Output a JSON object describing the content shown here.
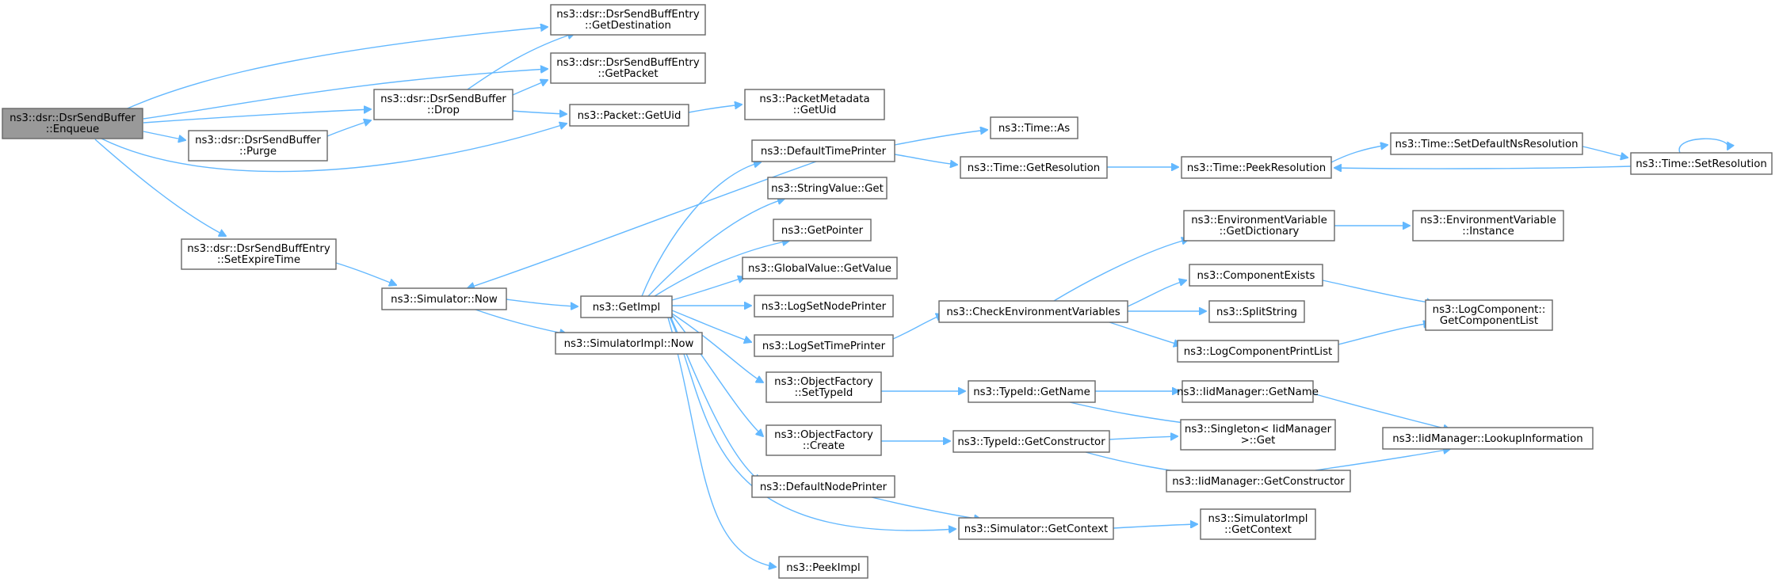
{
  "nodes": {
    "enqueue": [
      "ns3::dsr::DsrSendBuffer",
      "::Enqueue"
    ],
    "getdestination": [
      "ns3::dsr::DsrSendBuffEntry",
      "::GetDestination"
    ],
    "getpacket": [
      "ns3::dsr::DsrSendBuffEntry",
      "::GetPacket"
    ],
    "drop": [
      "ns3::dsr::DsrSendBuffer",
      "::Drop"
    ],
    "purge": [
      "ns3::dsr::DsrSendBuffer",
      "::Purge"
    ],
    "packetgetuid": [
      "ns3::Packet::GetUid"
    ],
    "pmgetuid": [
      "ns3::PacketMetadata",
      "::GetUid"
    ],
    "setexpiretime": [
      "ns3::dsr::DsrSendBuffEntry",
      "::SetExpireTime"
    ],
    "simnow": [
      "ns3::Simulator::Now"
    ],
    "getimpl": [
      "ns3::GetImpl"
    ],
    "simimplnow": [
      "ns3::SimulatorImpl::Now"
    ],
    "defaulttimeprinter": [
      "ns3::DefaultTimePrinter"
    ],
    "timeas": [
      "ns3::Time::As"
    ],
    "timegetresolution": [
      "ns3::Time::GetResolution"
    ],
    "timepeekresolution": [
      "ns3::Time::PeekResolution"
    ],
    "timesetdefaultns": [
      "ns3::Time::SetDefaultNsResolution"
    ],
    "timesetresolution": [
      "ns3::Time::SetResolution"
    ],
    "stringvalueget": [
      "ns3::StringValue::Get"
    ],
    "getpointer": [
      "ns3::GetPointer"
    ],
    "globalvaluegetvalue": [
      "ns3::GlobalValue::GetValue"
    ],
    "logsetnodeprinter": [
      "ns3::LogSetNodePrinter"
    ],
    "logsettimeprinter": [
      "ns3::LogSetTimePrinter"
    ],
    "checkenv": [
      "ns3::CheckEnvironmentVariables"
    ],
    "envgetdict": [
      "ns3::EnvironmentVariable",
      "::GetDictionary"
    ],
    "envinstance": [
      "ns3::EnvironmentVariable",
      "::Instance"
    ],
    "componentexists": [
      "ns3::ComponentExists"
    ],
    "splitstring": [
      "ns3::SplitString"
    ],
    "logcomponentprintlist": [
      "ns3::LogComponentPrintList"
    ],
    "logcomponentgetlist": [
      "ns3::LogComponent::",
      "GetComponentList"
    ],
    "ofsettypeid": [
      "ns3::ObjectFactory",
      "::SetTypeId"
    ],
    "typeidgetname": [
      "ns3::TypeId::GetName"
    ],
    "iidmgetname": [
      "ns3::IidManager::GetName"
    ],
    "singletonget": [
      "ns3::Singleton< IidManager",
      ">::Get"
    ],
    "iidmlookup": [
      "ns3::IidManager::LookupInformation"
    ],
    "ofcreate": [
      "ns3::ObjectFactory",
      "::Create"
    ],
    "typeidgetctor": [
      "ns3::TypeId::GetConstructor"
    ],
    "iidmgetctor": [
      "ns3::IidManager::GetConstructor"
    ],
    "defaultnodeprinter": [
      "ns3::DefaultNodePrinter"
    ],
    "simgetcontext": [
      "ns3::Simulator::GetContext"
    ],
    "simimplgetcontext": [
      "ns3::SimulatorImpl",
      "::GetContext"
    ],
    "peekimpl": [
      "ns3::PeekImpl"
    ]
  },
  "colors": {
    "edge": "#63b8ff",
    "node_border": "#666666",
    "root_fill": "#999999",
    "node_fill": "#ffffff"
  }
}
